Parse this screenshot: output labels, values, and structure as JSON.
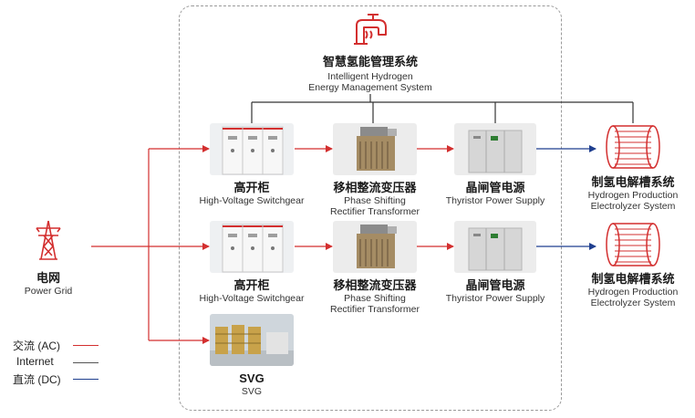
{
  "colors": {
    "ac": "#d32f2f",
    "internet": "#555555",
    "dc": "#1f3f8f"
  },
  "ems": {
    "cn": "智慧氢能管理系统",
    "en1": "Intelligent Hydrogen",
    "en2": "Energy Management System",
    "icon": "hydrogen-tap-icon"
  },
  "grid": {
    "cn": "电网",
    "en": "Power Grid",
    "icon": "transmission-tower-icon"
  },
  "rows": [
    {
      "switchgear": {
        "cn": "高开柜",
        "en": "High-Voltage Switchgear"
      },
      "transformer": {
        "cn": "移相整流变压器",
        "en1": "Phase Shifting",
        "en2": "Rectifier Transformer"
      },
      "thyristor": {
        "cn": "晶闸管电源",
        "en": "Thyristor Power Supply"
      },
      "electrolyzer": {
        "cn": "制氢电解槽系统",
        "en1": "Hydrogen Production",
        "en2": "Electrolyzer System"
      }
    },
    {
      "switchgear": {
        "cn": "高开柜",
        "en": "High-Voltage Switchgear"
      },
      "transformer": {
        "cn": "移相整流变压器",
        "en1": "Phase Shifting",
        "en2": "Rectifier Transformer"
      },
      "thyristor": {
        "cn": "晶闸管电源",
        "en": "Thyristor Power Supply"
      },
      "electrolyzer": {
        "cn": "制氢电解槽系统",
        "en1": "Hydrogen Production",
        "en2": "Electrolyzer System"
      }
    }
  ],
  "svg_unit": {
    "cn": "SVG",
    "en": "SVG"
  },
  "legend": [
    {
      "label": "交流 (AC)",
      "color": "#d32f2f"
    },
    {
      "label": "Internet",
      "color": "#555555"
    },
    {
      "label": "直流 (DC)",
      "color": "#1f3f8f"
    }
  ]
}
